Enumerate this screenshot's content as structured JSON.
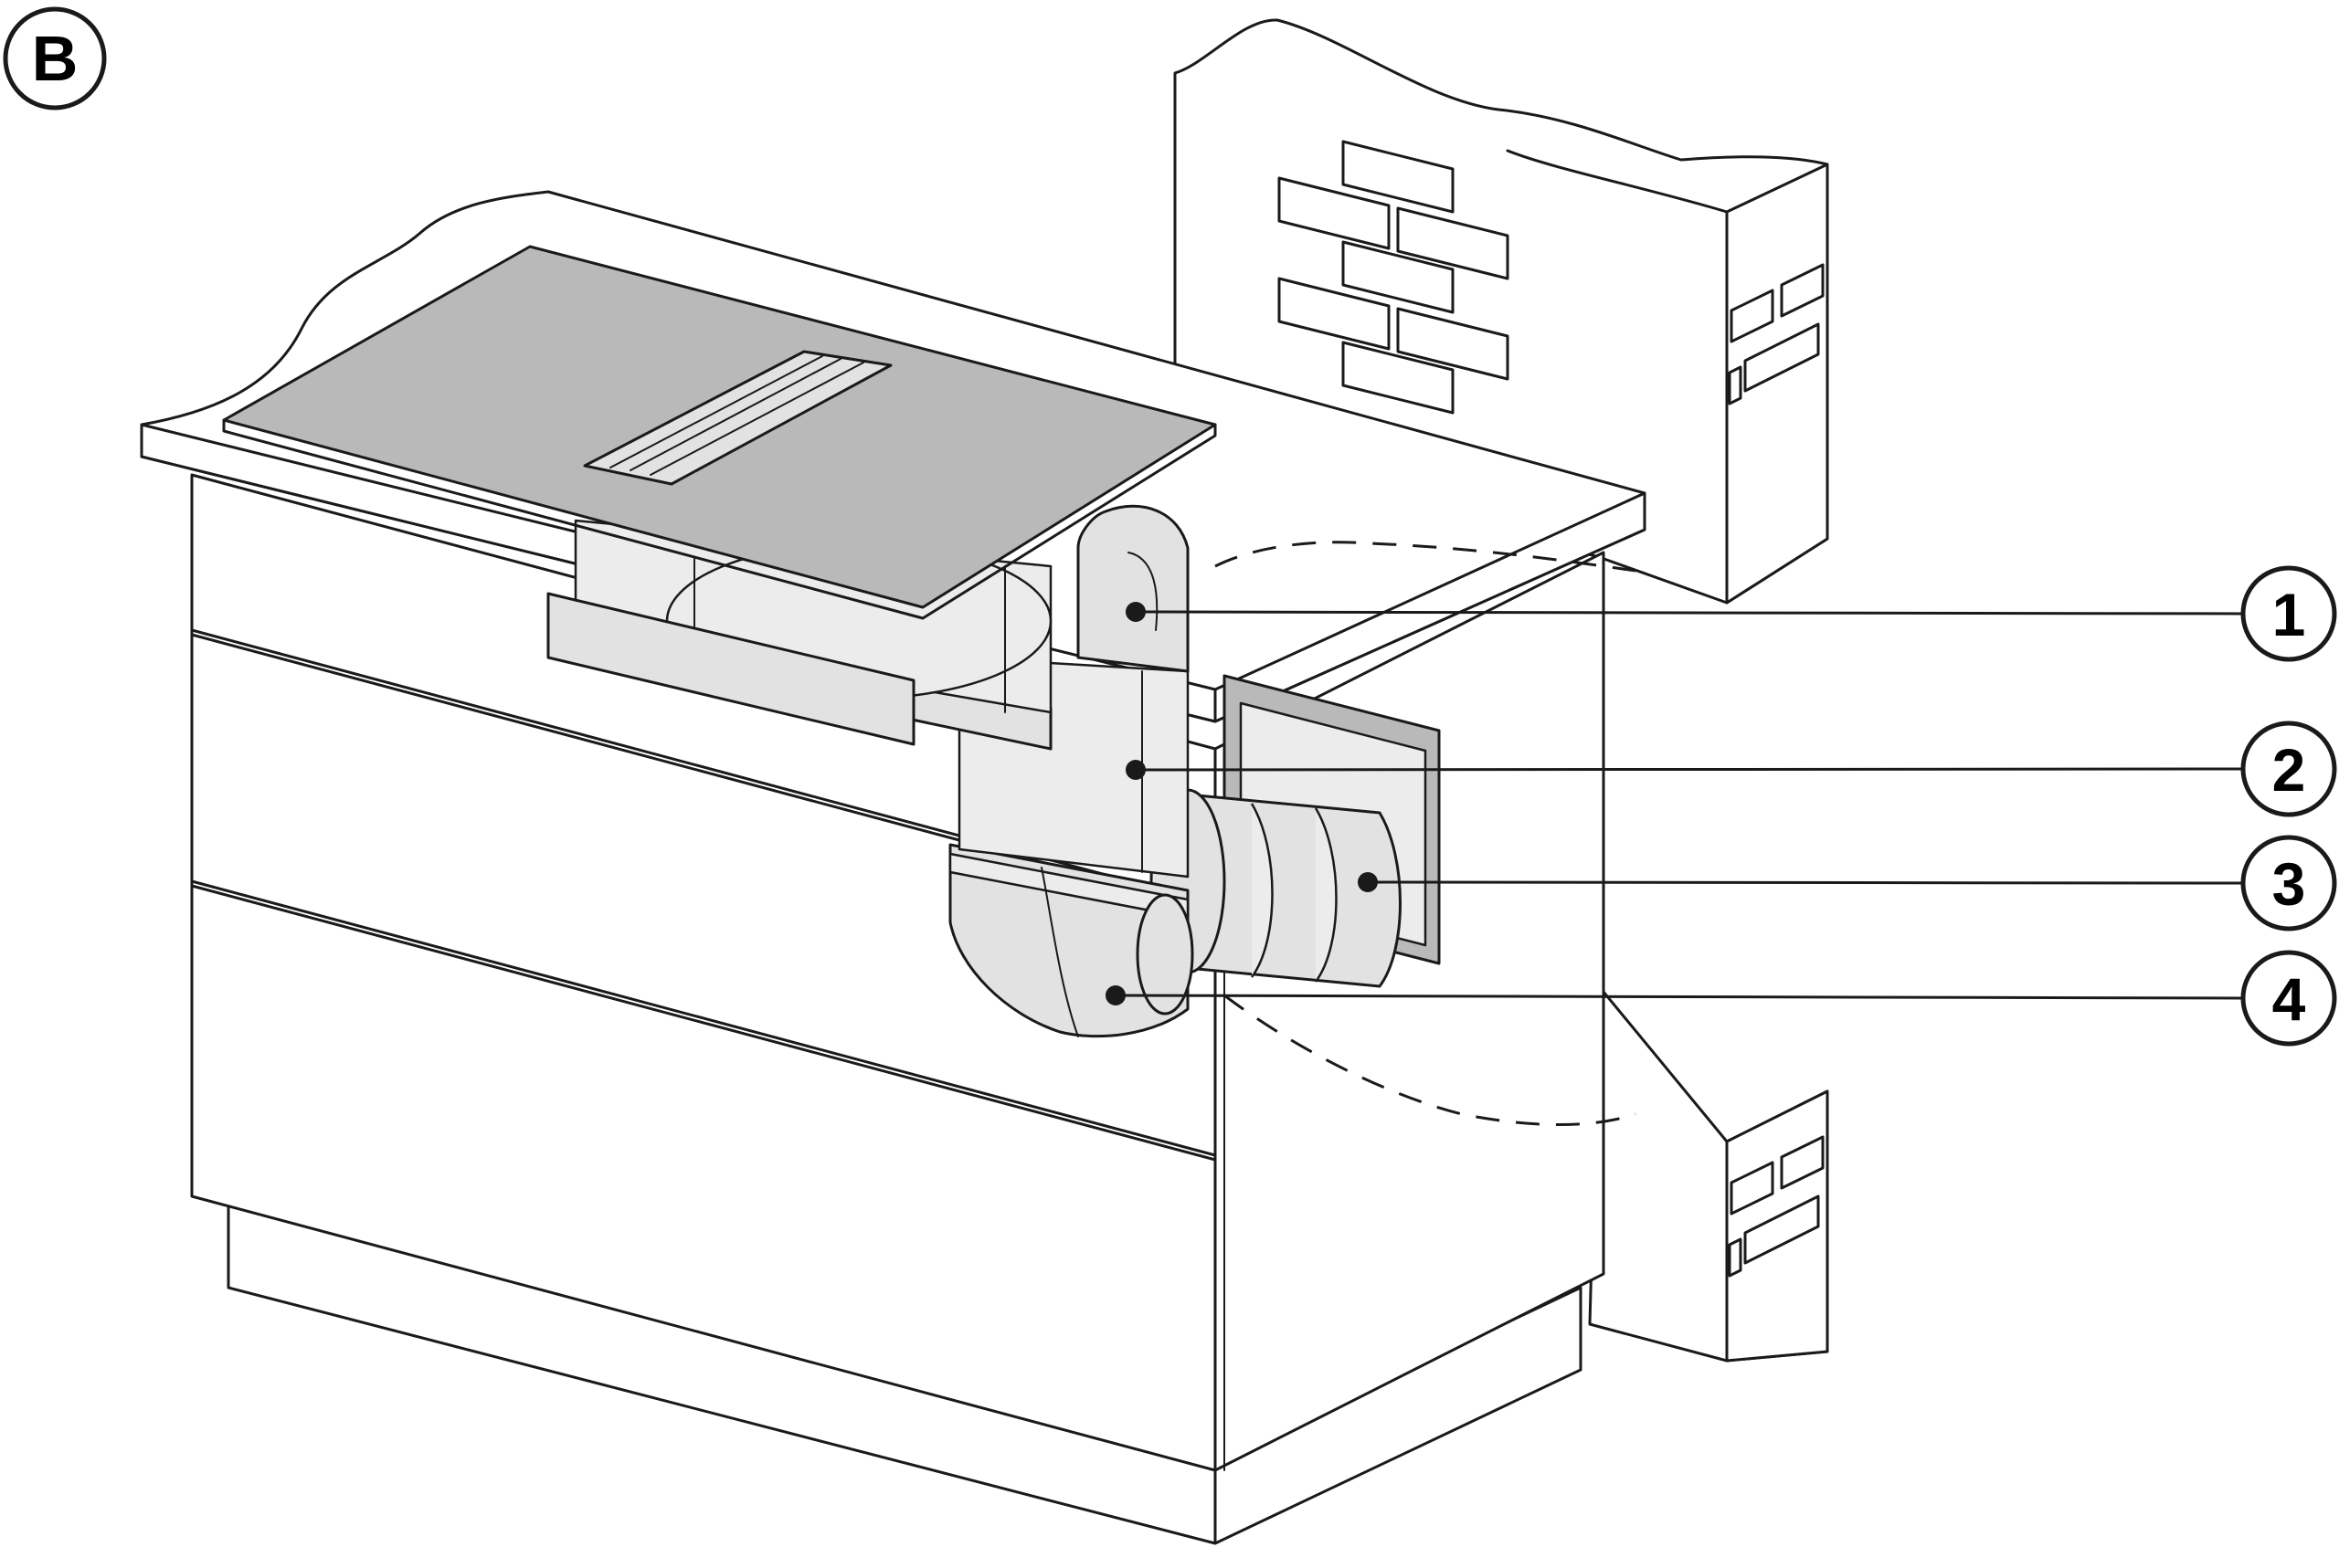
{
  "figure": {
    "view_label": "B",
    "callouts": [
      {
        "number": "1"
      },
      {
        "number": "2"
      },
      {
        "number": "3"
      },
      {
        "number": "4"
      }
    ]
  }
}
